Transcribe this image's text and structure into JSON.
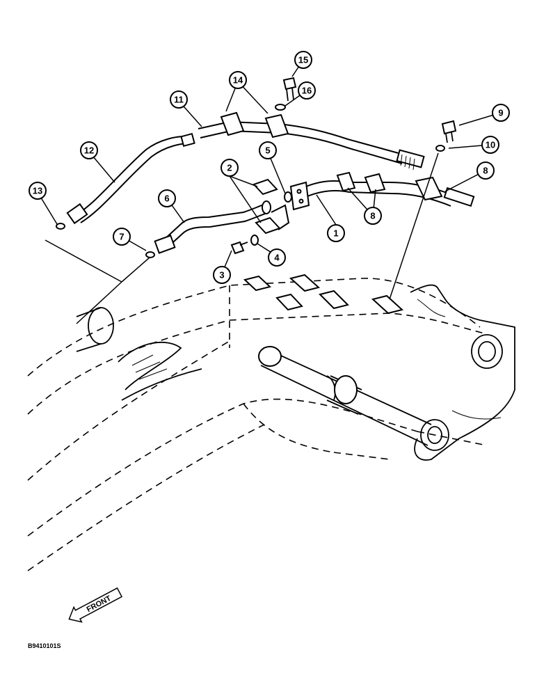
{
  "figure_id": "B9410101S",
  "front_label": "FRONT",
  "callouts": [
    {
      "label": "1"
    },
    {
      "label": "2"
    },
    {
      "label": "3"
    },
    {
      "label": "4"
    },
    {
      "label": "5"
    },
    {
      "label": "6"
    },
    {
      "label": "7"
    },
    {
      "label": "8"
    },
    {
      "label": "8"
    },
    {
      "label": "9"
    },
    {
      "label": "10"
    },
    {
      "label": "11"
    },
    {
      "label": "12"
    },
    {
      "label": "13"
    },
    {
      "label": "14"
    },
    {
      "label": "15"
    },
    {
      "label": "16"
    }
  ]
}
